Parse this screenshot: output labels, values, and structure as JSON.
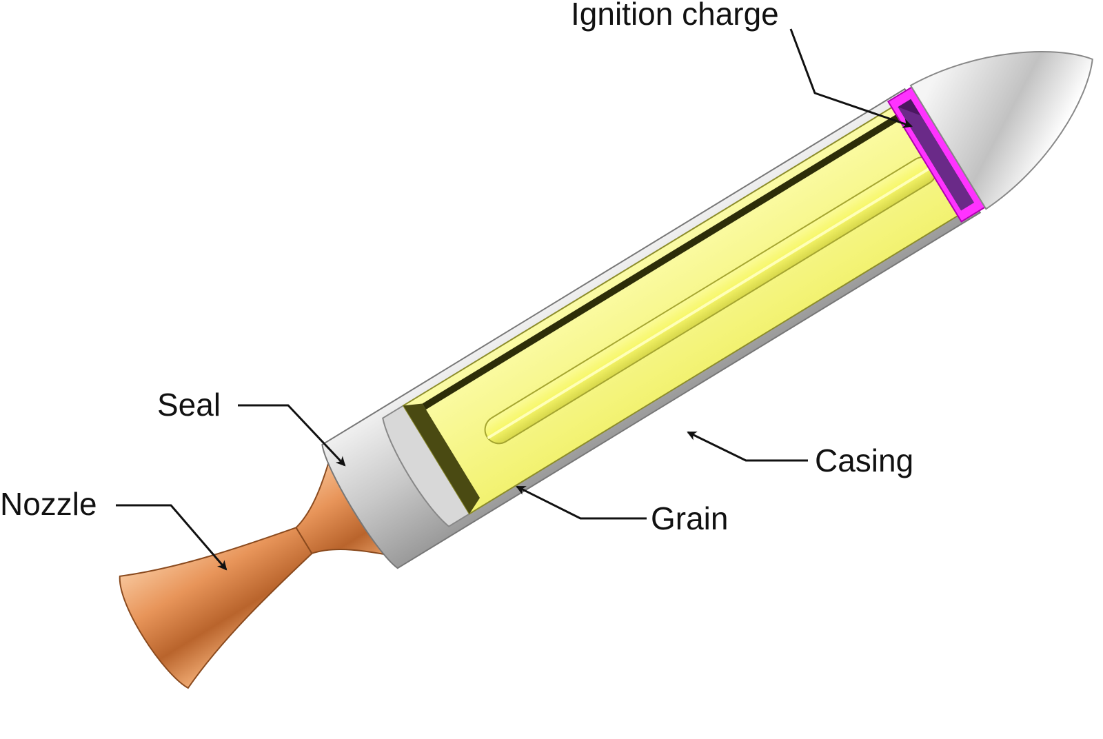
{
  "diagram": {
    "labels": {
      "ignition_charge": "Ignition charge",
      "seal": "Seal",
      "nozzle": "Nozzle",
      "casing": "Casing",
      "grain": "Grain"
    },
    "colors": {
      "casing": "#c8c8c8",
      "grain": "#f5f57a",
      "grain_shadow": "#4a4a12",
      "ignition_charge": "#ff33ff",
      "ignition_dark": "#4a1860",
      "nozzle": "#e8955a",
      "nose_cone": "#bdbdbd",
      "leader": "#111111"
    }
  }
}
